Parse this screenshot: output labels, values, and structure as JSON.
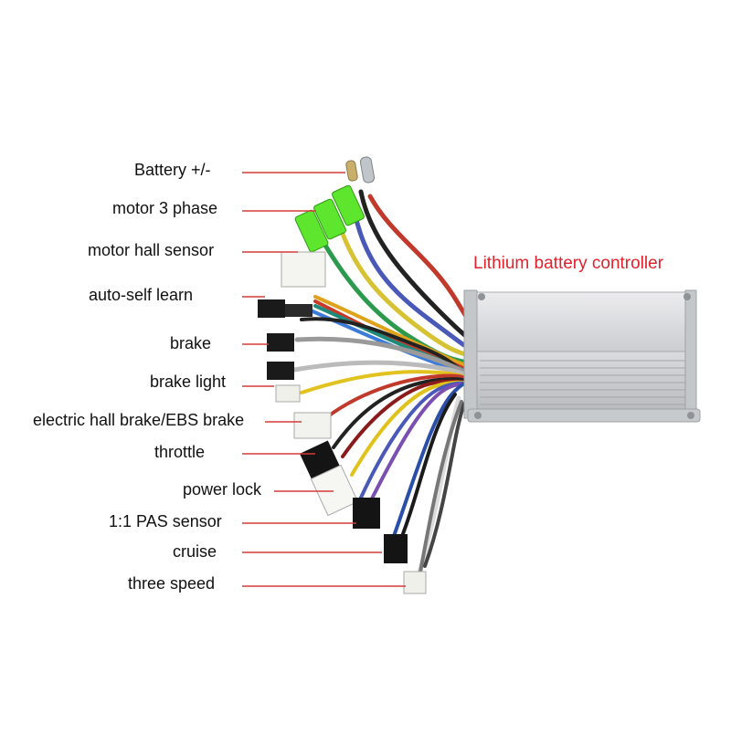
{
  "title": "Lithium battery controller",
  "colors": {
    "leader": "#d63a3a",
    "title": "#e0222c",
    "housing": "#d2d4d6"
  },
  "labels": [
    "Battery +/-",
    "motor 3 phase",
    "motor hall sensor",
    "auto-self learn",
    "brake",
    "brake light",
    "electric hall brake/EBS brake",
    "throttle",
    "power lock",
    "1:1 PAS sensor",
    "cruise",
    "three speed"
  ]
}
